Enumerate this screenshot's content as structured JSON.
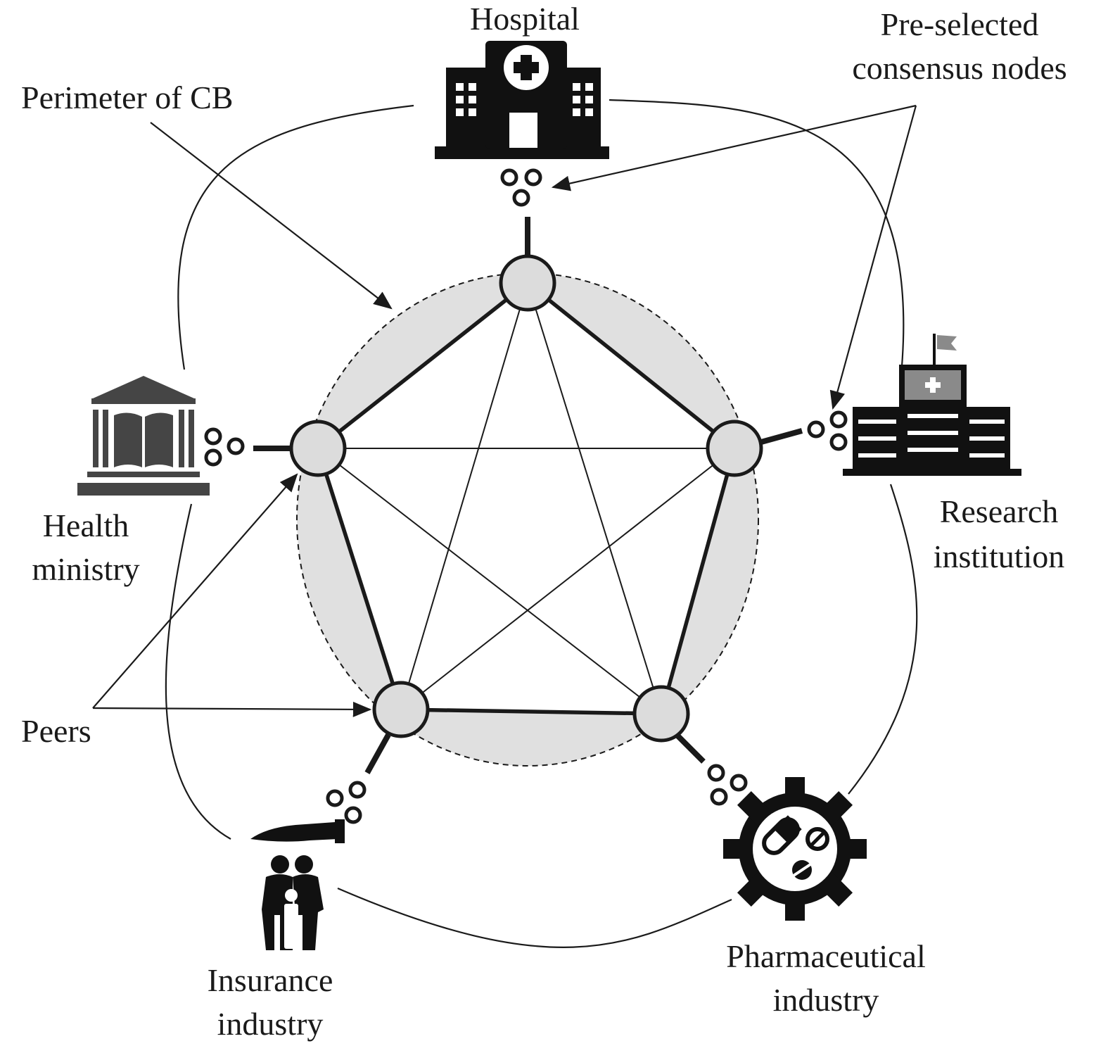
{
  "labels": {
    "hospital": "Hospital",
    "consensus_line1": "Pre-selected",
    "consensus_line2": "consensus nodes",
    "perimeter": "Perimeter of CB",
    "health_line1": "Health",
    "health_line2": "ministry",
    "research_line1": "Research",
    "research_line2": "institution",
    "peers": "Peers",
    "insurance_line1": "Insurance",
    "insurance_line2": "industry",
    "pharma_line1": "Pharmaceutical",
    "pharma_line2": "industry"
  },
  "icons": [
    "hospital-icon",
    "health-ministry-icon",
    "research-institution-icon",
    "insurance-icon",
    "pharmaceutical-icon",
    "consensus-node-icon"
  ],
  "colors": {
    "ink": "#1a1a1a",
    "zone_fill": "#e0e0e0",
    "peer_fill": "#dcdcdc"
  }
}
